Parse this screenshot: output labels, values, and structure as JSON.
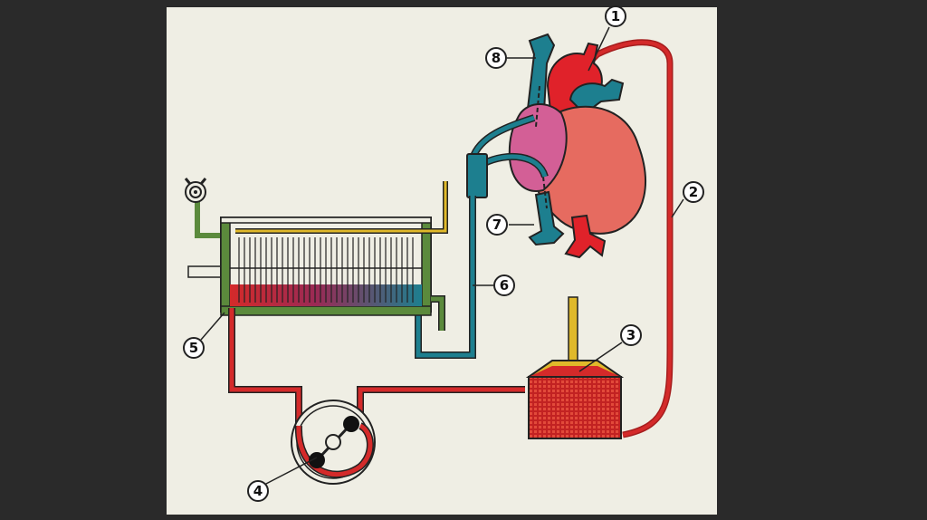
{
  "diagram": {
    "colors": {
      "background": "#2a2a2a",
      "panel": "#efeee4",
      "arterial": "#d42a2a",
      "venous": "#1d7f8f",
      "heart_body": "#e66b60",
      "atrium": "#d35f96",
      "oxygenator_frame": "#5b8a3c",
      "oxygen_line": "#e0b92a"
    },
    "labels": [
      {
        "id": "1",
        "text": "1"
      },
      {
        "id": "2",
        "text": "2"
      },
      {
        "id": "3",
        "text": "3"
      },
      {
        "id": "4",
        "text": "4"
      },
      {
        "id": "5",
        "text": "5"
      },
      {
        "id": "6",
        "text": "6"
      },
      {
        "id": "7",
        "text": "7"
      },
      {
        "id": "8",
        "text": "8"
      }
    ]
  }
}
